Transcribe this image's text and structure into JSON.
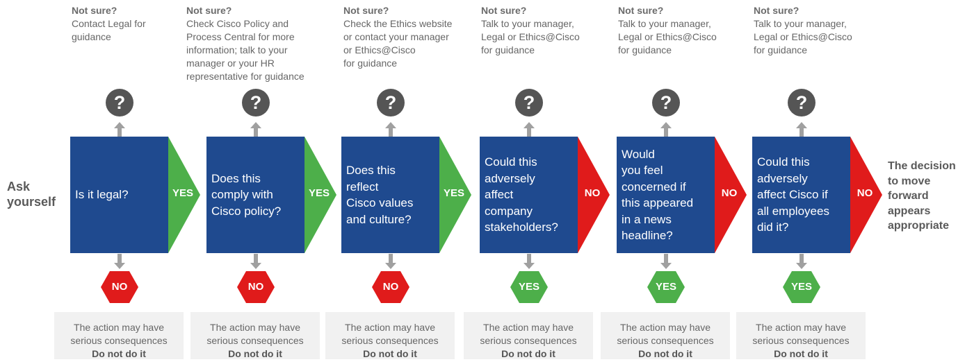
{
  "intro": [
    "Ask",
    "yourself"
  ],
  "conclusion": [
    "The decision",
    "to move",
    "forward",
    "appears",
    "appropriate"
  ],
  "colors": {
    "box": "#1f4a8f",
    "yes": "#4daf4a",
    "no": "#e01b1b",
    "icon": "#555555",
    "arrow": "#a0a0a0"
  },
  "steps": [
    {
      "guidance_title": "Not sure?",
      "guidance": [
        "Contact Legal for",
        "guidance"
      ],
      "icon": "question-icon",
      "question": [
        "Is it legal?"
      ],
      "pass_label": "YES",
      "pass_color": "#4daf4a",
      "fail_label": "NO",
      "fail_color": "#e01b1b",
      "consequence": [
        "The action may have",
        "serious consequences",
        "Do not do it"
      ]
    },
    {
      "guidance_title": "Not sure?",
      "guidance": [
        "Check Cisco Policy and",
        "Process Central for more",
        "information; talk to your",
        "manager or your HR",
        "representative for guidance"
      ],
      "icon": "question-icon",
      "question": [
        "Does this",
        "comply with",
        "Cisco policy?"
      ],
      "pass_label": "YES",
      "pass_color": "#4daf4a",
      "fail_label": "NO",
      "fail_color": "#e01b1b",
      "consequence": [
        "The action may have",
        "serious consequences",
        "Do not do it"
      ]
    },
    {
      "guidance_title": "Not sure?",
      "guidance": [
        "Check the Ethics website",
        "or contact your manager",
        "or Ethics@Cisco",
        "for guidance"
      ],
      "icon": "question-icon",
      "question": [
        "Does this",
        "reflect",
        "Cisco values",
        "and culture?"
      ],
      "pass_label": "YES",
      "pass_color": "#4daf4a",
      "fail_label": "NO",
      "fail_color": "#e01b1b",
      "consequence": [
        "The action may have",
        "serious consequences",
        "Do not do it"
      ]
    },
    {
      "guidance_title": "Not sure?",
      "guidance": [
        "Talk to your manager,",
        "Legal or Ethics@Cisco",
        "for guidance"
      ],
      "icon": "question-icon",
      "question": [
        "Could this",
        "adversely",
        "affect",
        "company",
        "stakeholders?"
      ],
      "pass_label": "NO",
      "pass_color": "#e01b1b",
      "fail_label": "YES",
      "fail_color": "#4daf4a",
      "consequence": [
        "The action may have",
        "serious consequences",
        "Do not do it"
      ]
    },
    {
      "guidance_title": "Not sure?",
      "guidance": [
        "Talk to your manager,",
        "Legal or Ethics@Cisco",
        "for guidance"
      ],
      "icon": "question-icon",
      "question": [
        "Would",
        "you feel",
        "concerned if",
        "this appeared",
        "in a news",
        "headline?"
      ],
      "pass_label": "NO",
      "pass_color": "#e01b1b",
      "fail_label": "YES",
      "fail_color": "#4daf4a",
      "consequence": [
        "The action may have",
        "serious consequences",
        "Do not do it"
      ]
    },
    {
      "guidance_title": "Not sure?",
      "guidance": [
        "Talk to your manager,",
        "Legal or Ethics@Cisco",
        "for guidance"
      ],
      "icon": "question-icon",
      "question": [
        "Could this",
        "adversely",
        "affect Cisco if",
        "all employees",
        "did it?"
      ],
      "pass_label": "NO",
      "pass_color": "#e01b1b",
      "fail_label": "YES",
      "fail_color": "#4daf4a",
      "consequence": [
        "The action may have",
        "serious consequences",
        "Do not do it"
      ]
    }
  ]
}
